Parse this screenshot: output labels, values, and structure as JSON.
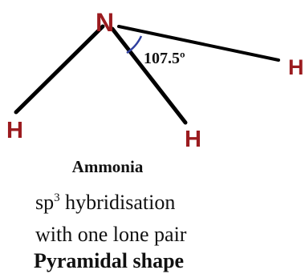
{
  "diagram": {
    "atoms": {
      "nitrogen": "N",
      "hydrogen_left": "H",
      "hydrogen_middle": "H",
      "hydrogen_right": "H"
    },
    "bond_angle": "107.5º",
    "colors": {
      "atom_label": "#9b1b1f",
      "bond": "#000000",
      "angle_arc": "#2f3fa0"
    }
  },
  "caption": {
    "name": "Ammonia",
    "hybridisation_prefix": "sp",
    "hybridisation_superscript": "3",
    "hybridisation_suffix": " hybridisation",
    "lone_pair_text": "with one lone pair",
    "shape": "Pyramidal shape"
  }
}
